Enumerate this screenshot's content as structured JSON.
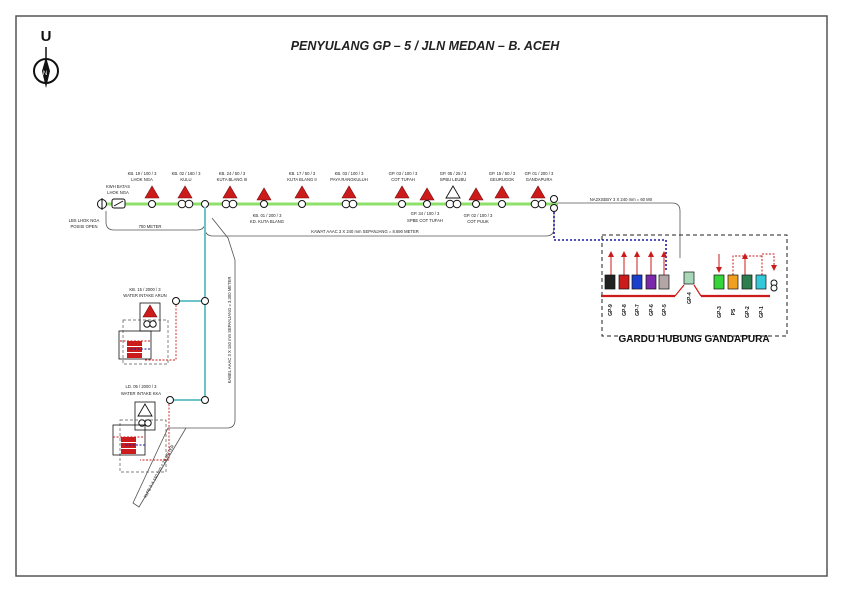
{
  "title": "PENYULANG GP – 5 / JLN MEDAN – B. ACEH",
  "north_letter": "U",
  "north_badge": "N",
  "colors": {
    "feeder_green": "#8ee06a",
    "branch_teal": "#6cc4c8",
    "transformer_red": "#cc1b1b",
    "link_blue": "#1a1aa6",
    "busbar_red": "#cc1b1b",
    "outline_gray": "#555555"
  },
  "source_labels": {
    "kwh_batas": "KWH BATAS",
    "kwh_batas2": "LHOK NGA",
    "lbs": "LBS LHOK NGA",
    "lbs2": "POSISI OPEN"
  },
  "substations": [
    {
      "id": "kb19",
      "code": "KB. 19 / 100 / 3",
      "name": "LHOK NGA",
      "kind": "red"
    },
    {
      "id": "kb02",
      "code": "KB. 02 / 160 / 3",
      "name": "KULU",
      "kind": "switch"
    },
    {
      "id": "kb24",
      "code": "KB. 24 / 50 / 3",
      "name": "KUTA BLANG III",
      "kind": "red"
    },
    {
      "id": "kb01",
      "code": "KB. 01 / 200 / 3",
      "name": "KD. KUTA BLANG",
      "kind": "red"
    },
    {
      "id": "kb17",
      "code": "KB. 17 / 50 / 3",
      "name": "KUTA BLANG II",
      "kind": "red"
    },
    {
      "id": "kb03",
      "code": "KB. 03 / 100 / 3",
      "name": "PAYA RANGKULUH",
      "kind": "red"
    },
    {
      "id": "gp03",
      "code": "GP. 03 / 100 / 3",
      "name": "COT TUFAH",
      "kind": "red"
    },
    {
      "id": "gp34",
      "code": "GP. 34 / 100 / 3",
      "name": "SPBE COT TUFAH",
      "kind": "red"
    },
    {
      "id": "gp05",
      "code": "GP. 05 / 25 / 3",
      "name": "SPBU LEUBU",
      "kind": "white"
    },
    {
      "id": "gp02",
      "code": "GP. 02 / 100 / 3",
      "name": "COT PUUK",
      "kind": "red"
    },
    {
      "id": "gp15",
      "code": "GP. 15 / 50 / 3",
      "name": "GEURUGOK",
      "kind": "red"
    },
    {
      "id": "gp01",
      "code": "GP. 01 / 200 / 3",
      "name": "GANDAPURA",
      "kind": "red"
    }
  ],
  "cable_labels": {
    "span_700": "700 METER",
    "main_cable": "KAWAT AAAC 3 X 240 mm SEPANJANG = 8.690 METER",
    "link_cable": "NA2XSEBY 3 X 240 mm = 60 Mtr",
    "branch_cable": "KABEL AAAC 3 X 150 mm SEPANJANG = 3.300 METER",
    "xlpe_cable": "XLPE 3 X 150 mm = 20 METER"
  },
  "branch_stations": [
    {
      "id": "kb15",
      "code": "KB. 15 / 2000 / 3",
      "name": "WATER INTAKE ARUN",
      "kind": "red"
    },
    {
      "id": "ld05",
      "code": "LD. 05 / 2000 / 3",
      "name": "WATER INTAKE KKA",
      "kind": "white"
    }
  ],
  "gardu": {
    "title": "GARDU HUBUNG GANDAPURA",
    "cells": [
      {
        "label": "GP-9",
        "color": "#222222"
      },
      {
        "label": "GP-8",
        "color": "#cc1b1b"
      },
      {
        "label": "GP-7",
        "color": "#1b3fcc"
      },
      {
        "label": "GP-6",
        "color": "#7a2aa8"
      },
      {
        "label": "GP-5",
        "color": "#b3a6a6"
      },
      {
        "label": "GP-4",
        "color": "#a8d8b8"
      },
      {
        "label": "GP-3",
        "color": "#35d43a"
      },
      {
        "label": "PS",
        "color": "#f0a020"
      },
      {
        "label": "GP-2",
        "color": "#2e7d4f"
      },
      {
        "label": "GP-1",
        "color": "#34c8d8"
      }
    ]
  }
}
